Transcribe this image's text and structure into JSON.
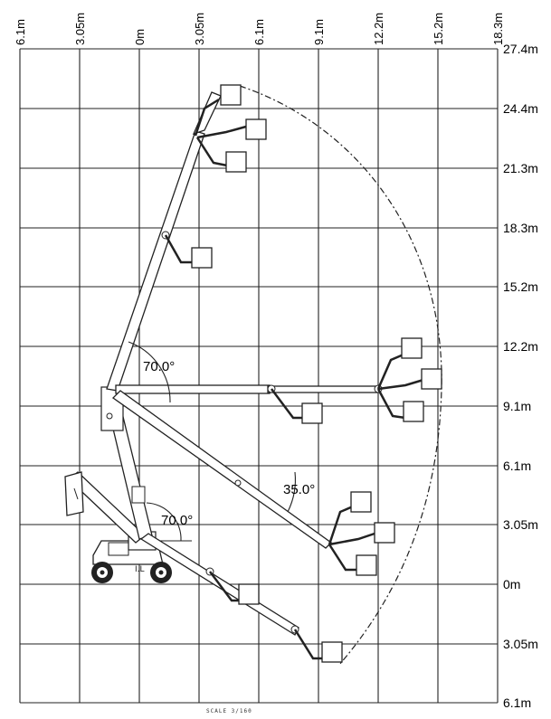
{
  "diagram": {
    "top_labels": [
      "6.1m",
      "3.05m",
      "0m",
      "3.05m",
      "6.1m",
      "9.1m",
      "12.2m",
      "15.2m",
      "18.3m"
    ],
    "right_labels": [
      "27.4m",
      "24.4m",
      "21.3m",
      "18.3m",
      "15.2m",
      "12.2m",
      "9.1m",
      "6.1m",
      "3.05m",
      "0m",
      "3.05m",
      "6.1m"
    ],
    "angle_labels": {
      "upper_riser": "70.0°",
      "main_boom": "35.0°",
      "lower_riser": "70.0°"
    },
    "scale_note": "SCALE  3/160"
  }
}
